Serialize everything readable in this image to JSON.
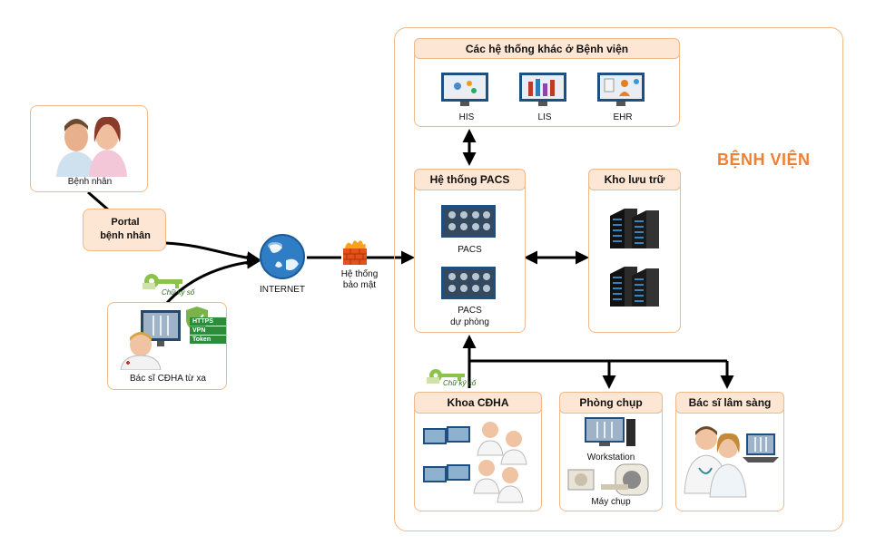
{
  "hospital_label": "BỆNH VIỆN",
  "patients": {
    "label": "Bệnh nhân"
  },
  "portal": {
    "line1": "Portal",
    "line2": "bệnh nhân"
  },
  "internet": {
    "label": "INTERNET"
  },
  "firewall": {
    "line1": "Hệ thống",
    "line2": "bảo mật"
  },
  "remote_doctor": {
    "label": "Bác sĩ CĐHA từ xa",
    "protocols": [
      "HTTPS",
      "VPN",
      "Token"
    ]
  },
  "signature_label": "Chữ ký số",
  "other_systems": {
    "title": "Các hệ thống khác ở Bệnh viện",
    "items": [
      "HIS",
      "LIS",
      "EHR"
    ]
  },
  "pacs": {
    "title": "Hệ thống PACS",
    "primary": "PACS",
    "backup_line1": "PACS",
    "backup_line2": "dự phòng"
  },
  "storage": {
    "title": "Kho lưu trữ"
  },
  "radiology": {
    "title": "Khoa CĐHA"
  },
  "imaging_room": {
    "title": "Phòng chụp",
    "workstation": "Workstation",
    "machine": "Máy chụp"
  },
  "clinician": {
    "title": "Bác sĩ lâm sàng"
  },
  "colors": {
    "accent": "#ef7f33",
    "border": "#f0b98a",
    "title_fill": "#fde6d4",
    "key_green": "#7cb342"
  }
}
